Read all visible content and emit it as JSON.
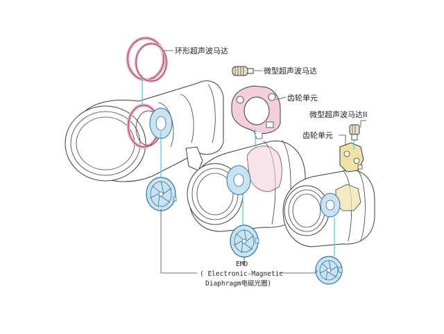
{
  "labels": {
    "ring_usm": "环形超声波马达",
    "micro_usm": "微型超声波马达",
    "gear_unit_1": "齿轮单元",
    "micro_usm_2": "微型超声波马达II",
    "gear_unit_2": "齿轮单元",
    "emd_line1": "EMD",
    "emd_line2": "( Electronic-Magnetic",
    "emd_line3": "Diaphragm电磁光圈)"
  },
  "colors": {
    "axis_line": "#4ac6d6",
    "diaphragm_fill": "#c9e3f3",
    "diaphragm_stroke": "#2f6f9a",
    "motor_ring_pink": "#e8b7c8",
    "motor_ring_stroke": "#8a3a52",
    "gear_housing_pink": "#f3cfdc",
    "gear_unit_yellow": "#f0e3a8",
    "outline": "#3a3a3a"
  }
}
